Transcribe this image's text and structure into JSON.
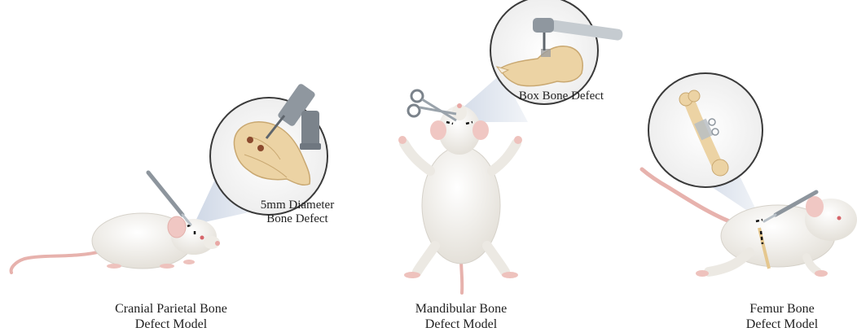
{
  "panels": [
    {
      "caption_line1": "Cranial Parietal Bone",
      "caption_line2": "Defect Model",
      "callout_line1": "5mm Diameter",
      "callout_line2": "Bone Defect"
    },
    {
      "caption_line1": "Mandibular Bone",
      "caption_line2": "Defect Model",
      "callout_line1": "Box Bone Defect"
    },
    {
      "caption_line1": "Femur Bone",
      "caption_line2": "Defect Model"
    }
  ],
  "colors": {
    "fur": "#f1efea",
    "fur_shade": "#dcd8d0",
    "skin_pink": "#eab7b2",
    "bone": "#ead2a6",
    "bone_dark": "#c9a871",
    "metal": "#9aa3ab",
    "metal_dark": "#6f7780",
    "circle_border": "#3a3a3a",
    "beam": "#c9d3e3"
  },
  "icons": [
    "mouse-body",
    "skull",
    "drill",
    "scalpel",
    "scissors",
    "mandible",
    "femur",
    "handpiece"
  ]
}
